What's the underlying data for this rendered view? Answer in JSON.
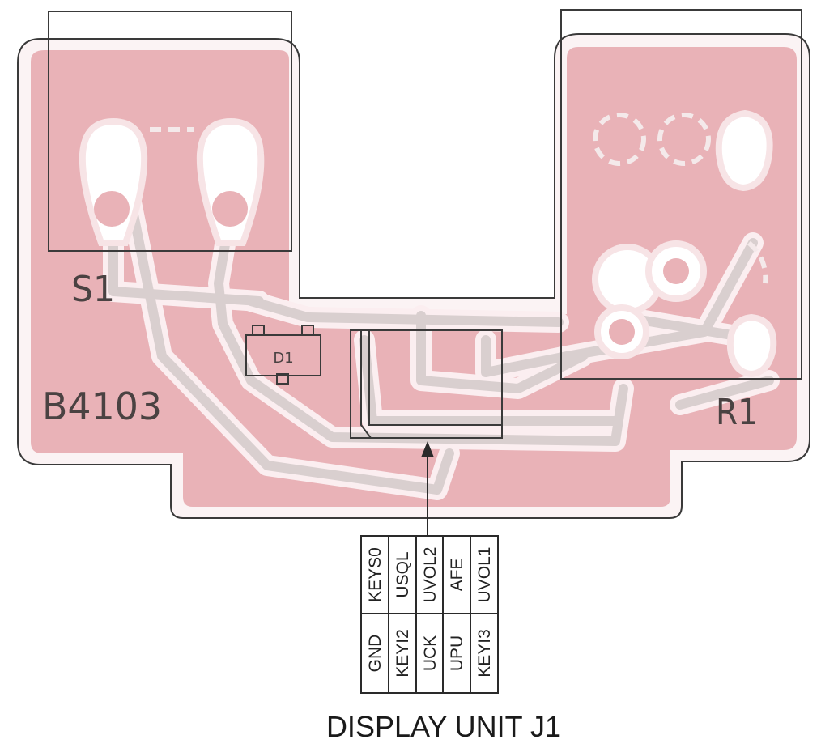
{
  "board": {
    "id": "B4103",
    "colors": {
      "copper": "#e9b2b7",
      "trace": "#d9cfcf",
      "outline": "#3a3a3a",
      "silk": "#4a4242"
    }
  },
  "components": {
    "s1": "S1",
    "r1": "R1",
    "d1": "D1"
  },
  "connector": {
    "top_row": [
      "KEYS0",
      "USQL",
      "UVOL2",
      "AFE",
      "UVOL1"
    ],
    "bottom_row": [
      "GND",
      "KEYI2",
      "UCK",
      "UPU",
      "KEYI3"
    ]
  },
  "caption": "DISPLAY UNIT J1"
}
